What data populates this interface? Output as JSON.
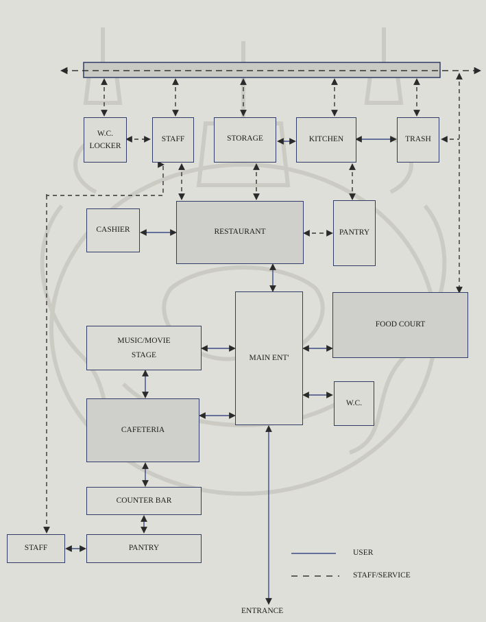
{
  "diagram": {
    "rooms": {
      "wc_locker": "W.C.\nLOCKER",
      "staff_top": "STAFF",
      "storage": "STORAGE",
      "kitchen": "KITCHEN",
      "trash": "TRASH",
      "cashier": "CASHIER",
      "restaurant": "RESTAURANT",
      "pantry_top": "PANTRY",
      "food_court": "FOOD COURT",
      "music_movie_stage": "MUSIC/MOVIE\nSTAGE",
      "main_ent": "MAIN ENT'",
      "wc": "W.C.",
      "cafeteria": "CAFETERIA",
      "counter_bar": "COUNTER BAR",
      "pantry_bottom": "PANTRY",
      "staff_bottom": "STAFF"
    },
    "entrance_label": "ENTRANCE",
    "legend": {
      "user": "USER",
      "staff_service": "STAFF/SERVICE"
    },
    "colors": {
      "user_line": "#3b4a86",
      "staff_line": "#333333",
      "box_border": "#2f3a66"
    }
  }
}
